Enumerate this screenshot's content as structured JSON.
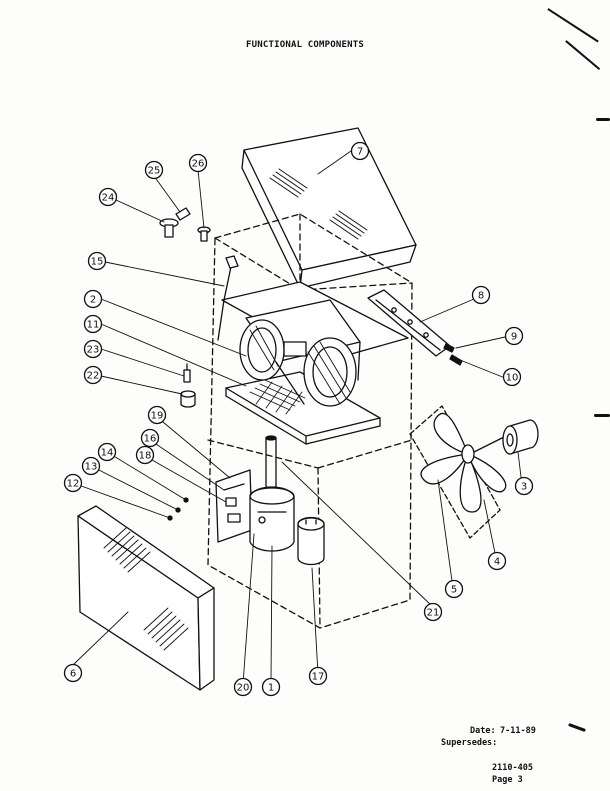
{
  "title": "FUNCTIONAL COMPONENTS",
  "callouts": [
    {
      "id": "c1",
      "label": "1"
    },
    {
      "id": "c2",
      "label": "2"
    },
    {
      "id": "c3",
      "label": "3"
    },
    {
      "id": "c4",
      "label": "4"
    },
    {
      "id": "c5",
      "label": "5"
    },
    {
      "id": "c6",
      "label": "6"
    },
    {
      "id": "c7",
      "label": "7"
    },
    {
      "id": "c8",
      "label": "8"
    },
    {
      "id": "c9",
      "label": "9"
    },
    {
      "id": "c10",
      "label": "10"
    },
    {
      "id": "c11",
      "label": "11"
    },
    {
      "id": "c12",
      "label": "12"
    },
    {
      "id": "c13",
      "label": "13"
    },
    {
      "id": "c14",
      "label": "14"
    },
    {
      "id": "c15",
      "label": "15"
    },
    {
      "id": "c16",
      "label": "16"
    },
    {
      "id": "c17",
      "label": "17"
    },
    {
      "id": "c18",
      "label": "18"
    },
    {
      "id": "c19",
      "label": "19"
    },
    {
      "id": "c20",
      "label": "20"
    },
    {
      "id": "c21",
      "label": "21"
    },
    {
      "id": "c22",
      "label": "22"
    },
    {
      "id": "c23",
      "label": "23"
    },
    {
      "id": "c24",
      "label": "24"
    },
    {
      "id": "c25",
      "label": "25"
    },
    {
      "id": "c26",
      "label": "26"
    }
  ],
  "footer": {
    "date_label": "Date:",
    "date_value": "7-11-89",
    "supersedes_label": "Supersedes:",
    "doc_number": "2110-405",
    "page": "Page 3"
  }
}
